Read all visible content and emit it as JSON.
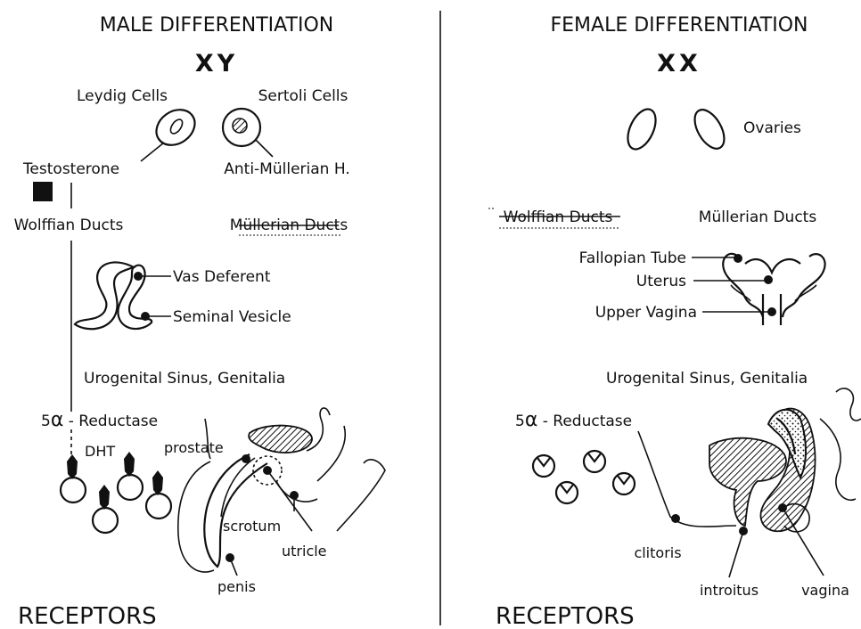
{
  "male": {
    "title": "MALE DIFFERENTIATION",
    "karyotype": "XY",
    "leydig": "Leydig Cells",
    "sertoli": "Sertoli Cells",
    "testosterone": "Testosterone",
    "amh": "Anti-Müllerian H.",
    "wolffian": "Wolffian Ducts",
    "mullerian": "Müllerian Ducts",
    "vas": "Vas Deferent",
    "seminal": "Seminal Vesicle",
    "urogenital": "Urogenital Sinus,  Genitalia",
    "reductase_prefix": "5",
    "reductase_alpha": "α",
    "reductase_suffix": " - Reductase",
    "dht": "DHT",
    "prostate": "prostate",
    "scrotum": "scrotum",
    "utricle": "utricle",
    "penis": "penis",
    "receptors": "RECEPTORS"
  },
  "female": {
    "title": "FEMALE DIFFERENTIATION",
    "karyotype": "XX",
    "ovaries": "Ovaries",
    "wolffian": "Wolffian Ducts",
    "mullerian": "Müllerian Ducts",
    "fallopian": "Fallopian Tube",
    "uterus": "Uterus",
    "upper_vagina": "Upper Vagina",
    "urogenital": "Urogenital Sinus, Genitalia",
    "reductase_prefix": "5",
    "reductase_alpha": "α",
    "reductase_suffix": " - Reductase",
    "clitoris": "clitoris",
    "introitus": "introitus",
    "vagina": "vagina",
    "receptors": "RECEPTORS"
  }
}
